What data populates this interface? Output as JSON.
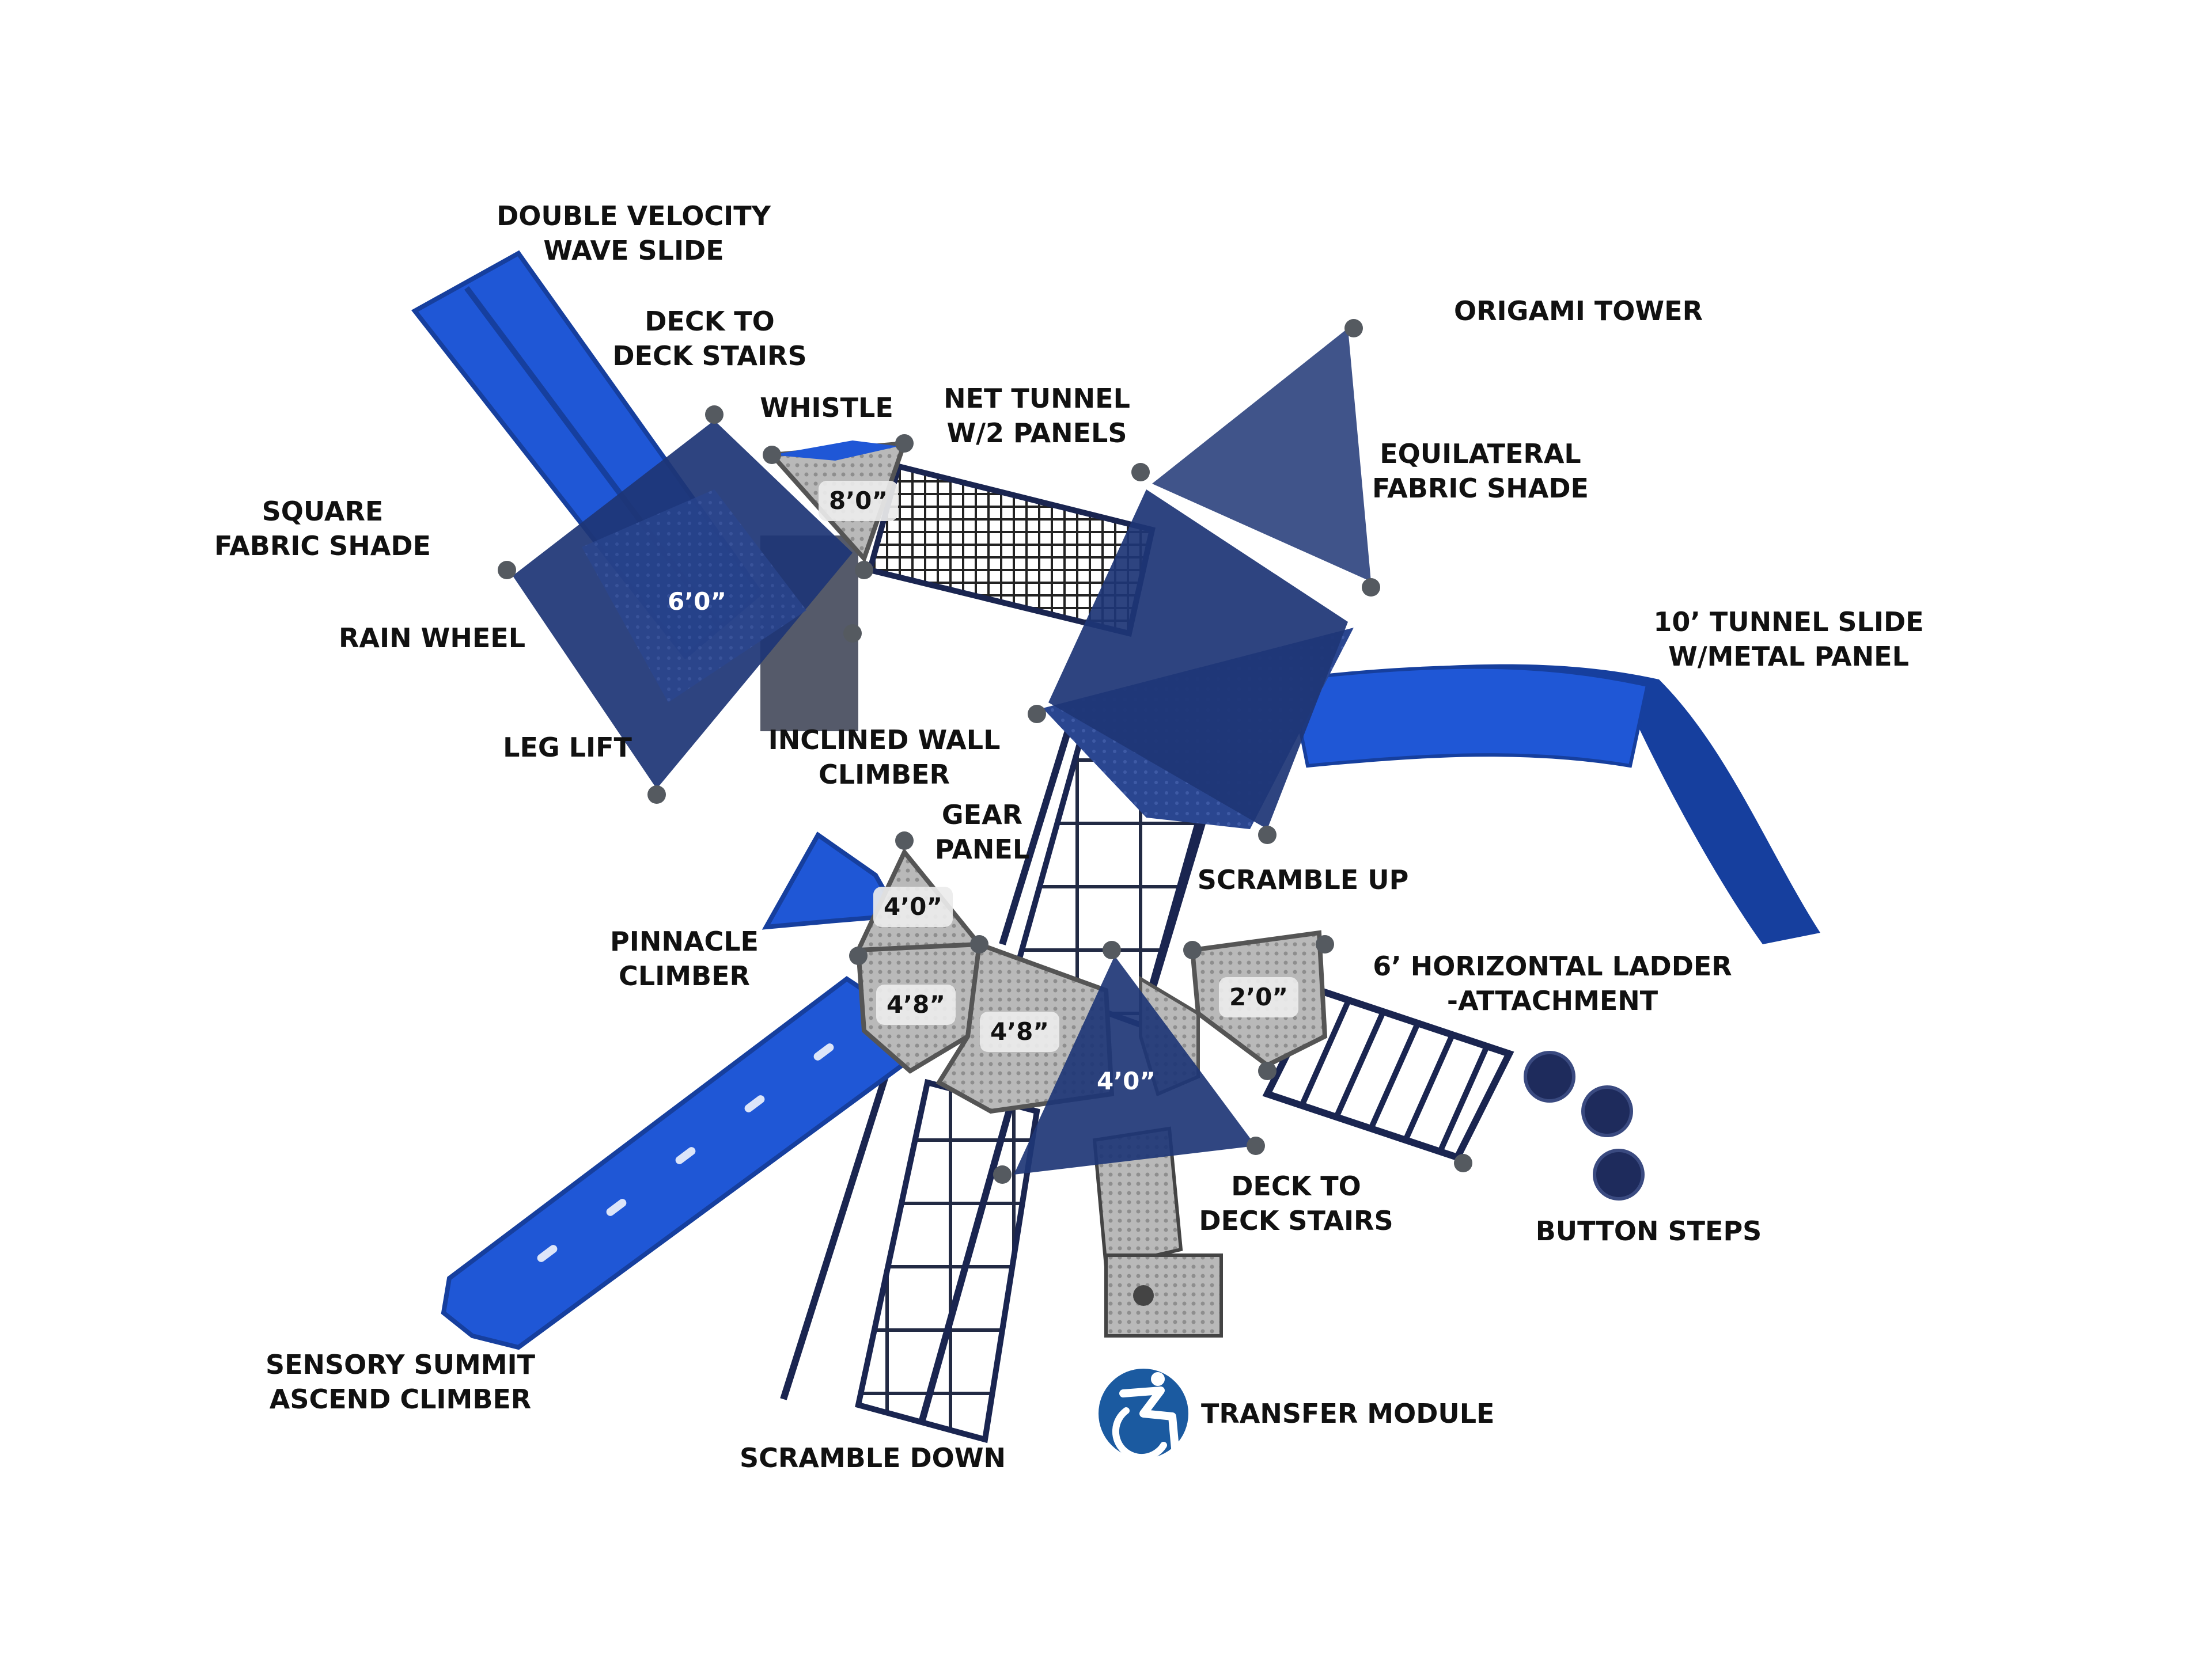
{
  "colors": {
    "slide_blue": "#1f57d6",
    "slide_blue_dark": "#163f9e",
    "shade_navy": "#1e3676",
    "deck_gray": "#b5b5b5",
    "post_gray": "#555a60",
    "frame_navy": "#1a2550",
    "access_badge": "#1b5aa0"
  },
  "icons": {
    "accessibility": "accessibility-icon"
  },
  "labels": {
    "double_velocity": "DOUBLE VELOCITY\nWAVE SLIDE",
    "deck_stairs_top": "DECK TO\nDECK STAIRS",
    "whistle": "WHISTLE",
    "net_tunnel": "NET TUNNEL\nW/2 PANELS",
    "origami_tower": "ORIGAMI TOWER",
    "equilateral_shade": "EQUILATERAL\nFABRIC SHADE",
    "tunnel_slide": "10’ TUNNEL SLIDE\nW/METAL PANEL",
    "square_shade": "SQUARE\nFABRIC SHADE",
    "rain_wheel": "RAIN WHEEL",
    "leg_lift": "LEG LIFT",
    "inclined_wall": "INCLINED WALL\nCLIMBER",
    "gear_panel": "GEAR\nPANEL",
    "scramble_up": "SCRAMBLE UP",
    "pinnacle_climber": "PINNACLE\nCLIMBER",
    "horizontal_ladder": "6’ HORIZONTAL LADDER\n-ATTACHMENT",
    "deck_stairs_bottom": "DECK TO\nDECK STAIRS",
    "button_steps": "BUTTON STEPS",
    "sensory_summit": "SENSORY SUMMIT\nASCEND CLIMBER",
    "transfer_module": "TRANSFER MODULE",
    "scramble_down": "SCRAMBLE DOWN"
  },
  "deck_heights": {
    "square_deck": "6’0”",
    "whistle_deck": "8’0”",
    "gear_deck": "4’0”",
    "left_deck": "4’8”",
    "center_deck": "4’8”",
    "triangle_shade_deck": "4’0”",
    "ladder_deck": "2’0”"
  }
}
